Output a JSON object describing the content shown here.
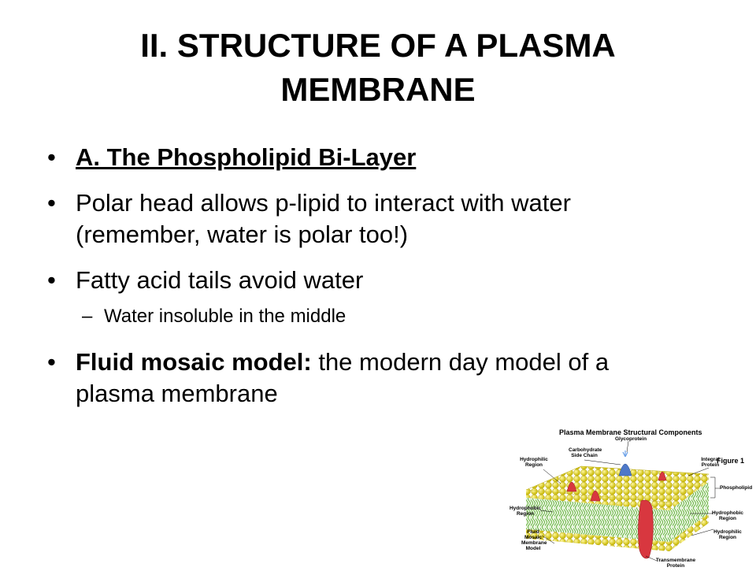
{
  "slide": {
    "title_line1": "II.  STRUCTURE OF A PLASMA",
    "title_line2": "MEMBRANE",
    "bullet1": "A.  The Phospholipid Bi-Layer",
    "bullet2": "Polar head allows p-lipid to interact with water (remember, water is polar too!)",
    "bullet3": "Fatty acid tails avoid water",
    "sub1": "Water insoluble in the middle",
    "bullet4_bold": "Fluid mosaic model:",
    "bullet4_rest": "  the modern day model of a plasma membrane"
  },
  "figure": {
    "title": "Plasma Membrane Structural Components",
    "number": "Figure 1",
    "labels": {
      "glycoprotein": "Glycoprotein",
      "carbohydrate": "Carbohydrate Side Chain",
      "hydrophilic": "Hydrophilic Region",
      "integral": "Integral Protein",
      "phospholipid": "Phospholipid",
      "hydrophobic_left": "Hydrophobic Region",
      "hydrophobic_right": "Hydrophobic Region",
      "hydrophilic_right": "Hydrophilic Region",
      "fluid_mosaic": "Fluid Mosaic Membrane Model",
      "transmembrane": "Transmembrane Protein"
    },
    "colors": {
      "head": "#e8d81a",
      "tail": "#5fae3a",
      "protein_red": "#d8373f",
      "protein_blue": "#4e78c8"
    }
  }
}
